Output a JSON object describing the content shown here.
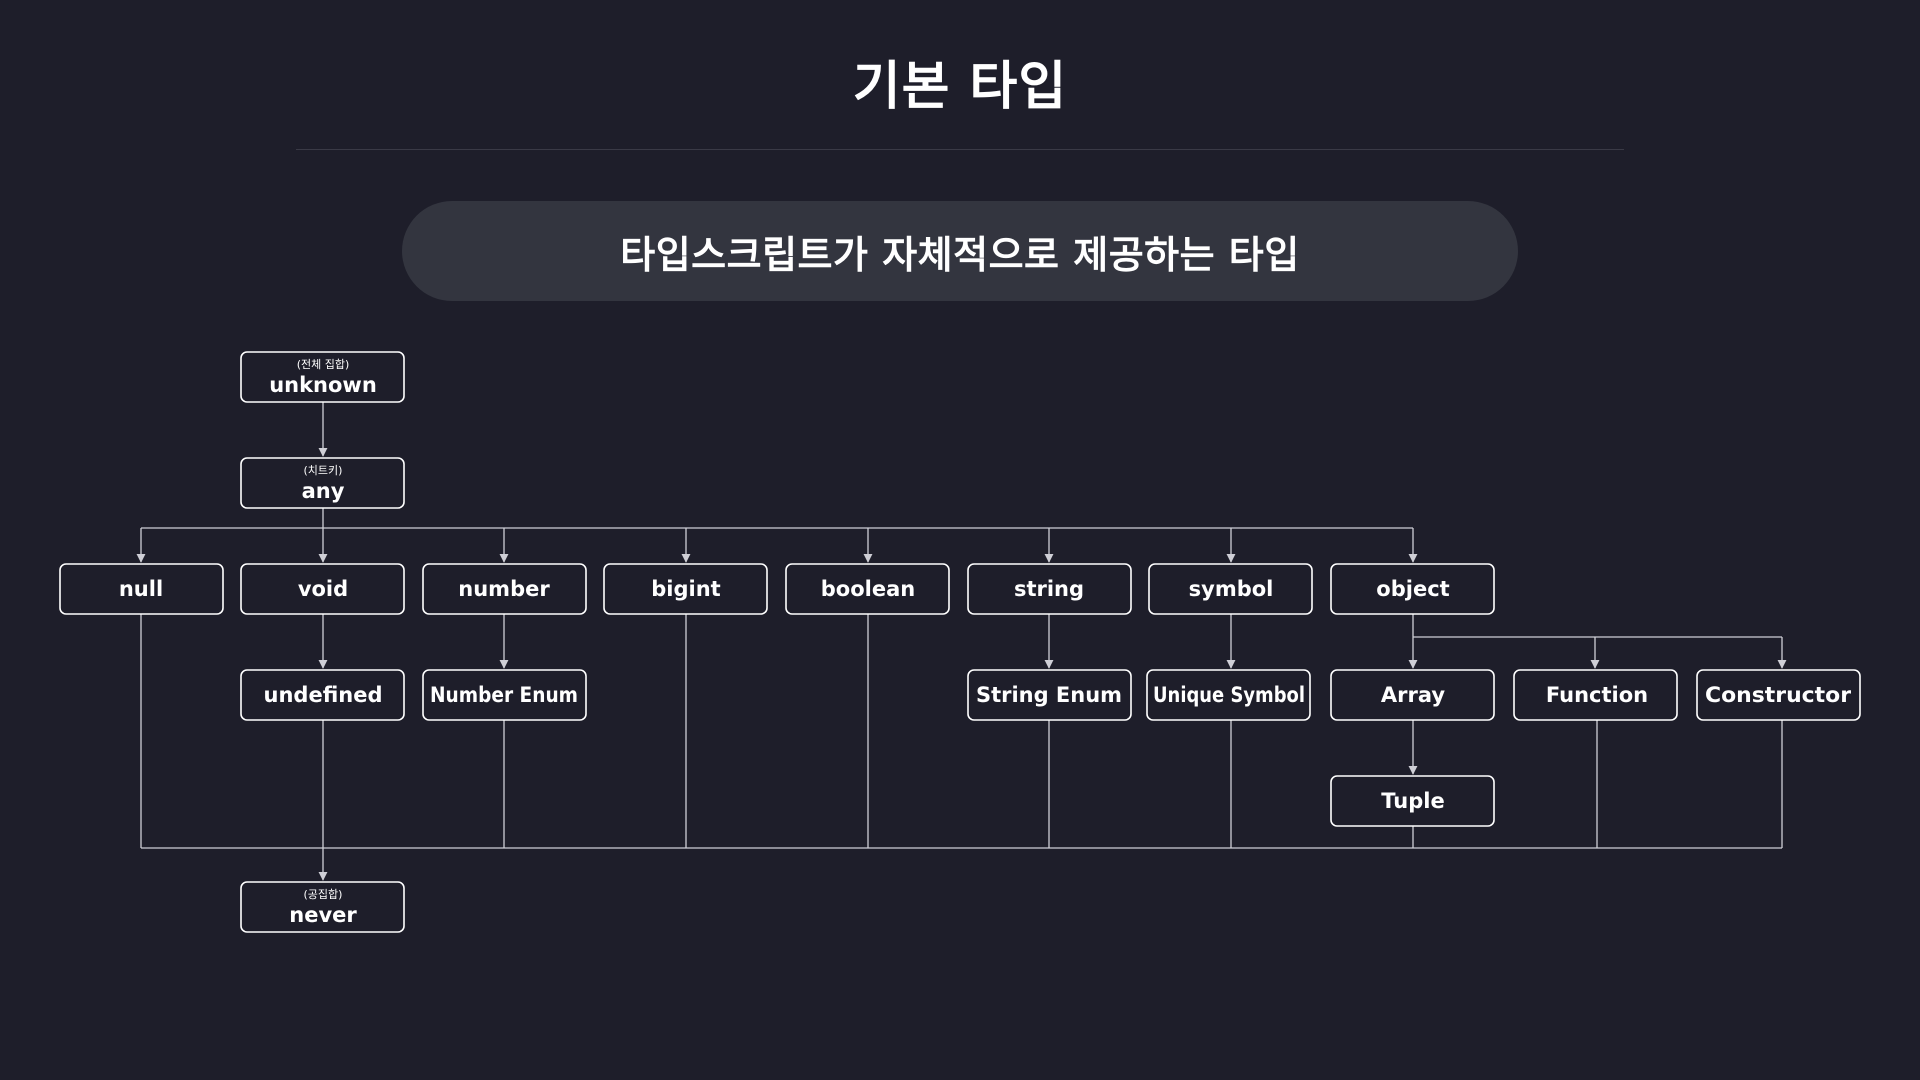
{
  "title": "기본 타입",
  "subtitle": "타입스크립트가 자체적으로 제공하는 타입",
  "colors": {
    "background": "#1e1e2a",
    "pill": "#33353f",
    "node_border": "#ffffff",
    "connector": "#cfcfd6",
    "text": "#ffffff"
  },
  "diagram": {
    "nodes": [
      {
        "id": "unknown",
        "label": "unknown",
        "note": "(전체 집합)"
      },
      {
        "id": "any",
        "label": "any",
        "note": "(치트키)"
      },
      {
        "id": "null",
        "label": "null"
      },
      {
        "id": "void",
        "label": "void"
      },
      {
        "id": "number",
        "label": "number"
      },
      {
        "id": "bigint",
        "label": "bigint"
      },
      {
        "id": "boolean",
        "label": "boolean"
      },
      {
        "id": "string",
        "label": "string"
      },
      {
        "id": "symbol",
        "label": "symbol"
      },
      {
        "id": "object",
        "label": "object"
      },
      {
        "id": "undefined",
        "label": "undefined"
      },
      {
        "id": "number-enum",
        "label": "Number Enum"
      },
      {
        "id": "string-enum",
        "label": "String Enum"
      },
      {
        "id": "unique-symbol",
        "label": "Unique Symbol"
      },
      {
        "id": "array",
        "label": "Array"
      },
      {
        "id": "function",
        "label": "Function"
      },
      {
        "id": "constructor",
        "label": "Constructor"
      },
      {
        "id": "tuple",
        "label": "Tuple"
      },
      {
        "id": "never",
        "label": "never",
        "note": "(공집합)"
      }
    ],
    "edges": [
      {
        "from": "unknown",
        "to": "any"
      },
      {
        "from": "any",
        "to": "null"
      },
      {
        "from": "any",
        "to": "void"
      },
      {
        "from": "any",
        "to": "number"
      },
      {
        "from": "any",
        "to": "bigint"
      },
      {
        "from": "any",
        "to": "boolean"
      },
      {
        "from": "any",
        "to": "string"
      },
      {
        "from": "any",
        "to": "symbol"
      },
      {
        "from": "any",
        "to": "object"
      },
      {
        "from": "void",
        "to": "undefined"
      },
      {
        "from": "number",
        "to": "number-enum"
      },
      {
        "from": "string",
        "to": "string-enum"
      },
      {
        "from": "symbol",
        "to": "unique-symbol"
      },
      {
        "from": "object",
        "to": "array"
      },
      {
        "from": "object",
        "to": "function"
      },
      {
        "from": "object",
        "to": "constructor"
      },
      {
        "from": "array",
        "to": "tuple"
      },
      {
        "from": "null",
        "to": "never"
      },
      {
        "from": "undefined",
        "to": "never"
      },
      {
        "from": "number-enum",
        "to": "never"
      },
      {
        "from": "bigint",
        "to": "never"
      },
      {
        "from": "boolean",
        "to": "never"
      },
      {
        "from": "string-enum",
        "to": "never"
      },
      {
        "from": "unique-symbol",
        "to": "never"
      },
      {
        "from": "tuple",
        "to": "never"
      },
      {
        "from": "function",
        "to": "never"
      },
      {
        "from": "constructor",
        "to": "never"
      }
    ]
  }
}
